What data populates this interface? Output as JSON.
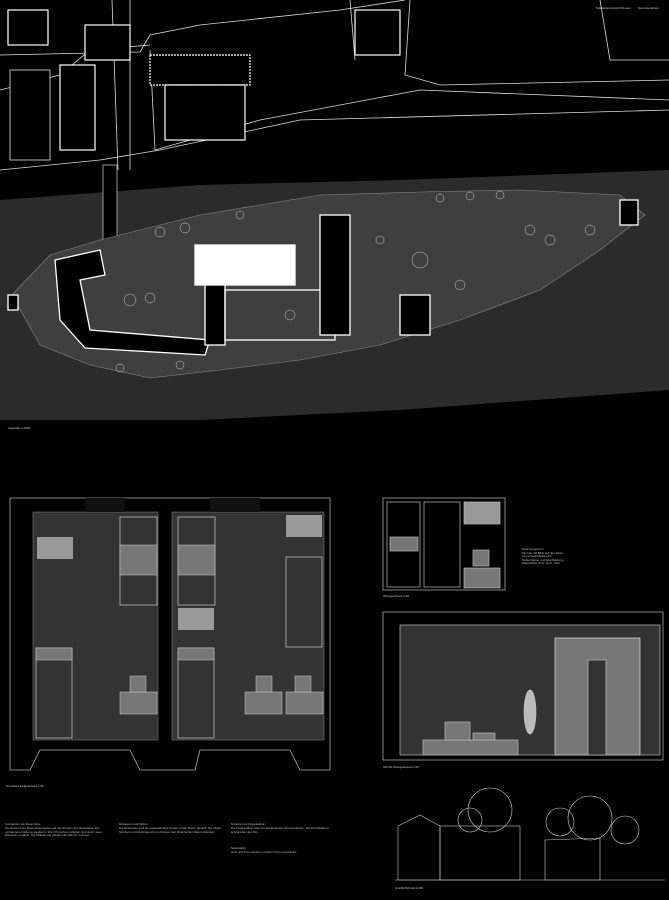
{
  "header": {
    "left": "Städtebau Entwurf Kloster",
    "right": "Semesterarbeit"
  },
  "labels": {
    "site_plan": "Lageplan 1:1000",
    "floor_plan": "Grundriss Erdgeschoss 1:50",
    "small_plan": "Obergeschoss 1:50",
    "section": "Schnitt Obergeschoss 1:50",
    "elevation": "Ansicht/Schnitt 1:200"
  },
  "notes": {
    "right_block": "Raumprogramm\nZimmer mit Blick auf den Fluss\nGemeinschaftsbereich\nNebenräume und Erschließung\nMaterialität: Putz, Holz, Glas",
    "col1_title": "Konzeption der Raumfolge",
    "col1": "Der Entwurf der Raumfolge basiert auf der Struktur des Bestandes. Die vorhandenen Räume werden in ihrer Proportion erhalten und durch neue Einbauten ergänzt. Die Möblierung gliedert die Räume in Zonen.",
    "col2_title": "Einbauten und Möbel",
    "col2": "Die Einbauten sind als eigenständige Körper in den Raum gestellt. Sie bilden Nischen und Rückzugsorte und lassen den historischen Raum ablesbar.",
    "col3_title": "Struktur und Organisation",
    "col3": "Die Organisation folgt der bestehenden Zimmerstruktur. Die Erschließung erfolgt über den Flur.",
    "col3b_title": "Materialität",
    "col3b": "Holz und Putz werden in hellen Tönen kombiniert."
  },
  "colors": {
    "background": "#000000",
    "river": "#2b2b2b",
    "island": "#3f3f3f",
    "plan_fill": "#333333",
    "furniture": "#777777"
  }
}
